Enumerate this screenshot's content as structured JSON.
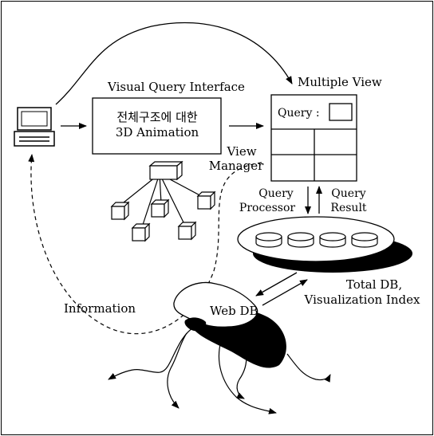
{
  "labels": {
    "visual_query_interface": "Visual Query Interface",
    "animation_line1": "전체구조에 대한",
    "animation_line2": "3D Animation",
    "multiple_view": "Multiple View",
    "query_field": "Query :",
    "view_manager_line1": "View",
    "view_manager_line2": "Manager",
    "query_processor_line1": "Query",
    "query_processor_line2": "Processor",
    "query_result_line1": "Query",
    "query_result_line2": "Result",
    "total_db_line1": "Total DB,",
    "total_db_line2": "Visualization Index",
    "information": "Information",
    "web_db": "Web DB"
  }
}
